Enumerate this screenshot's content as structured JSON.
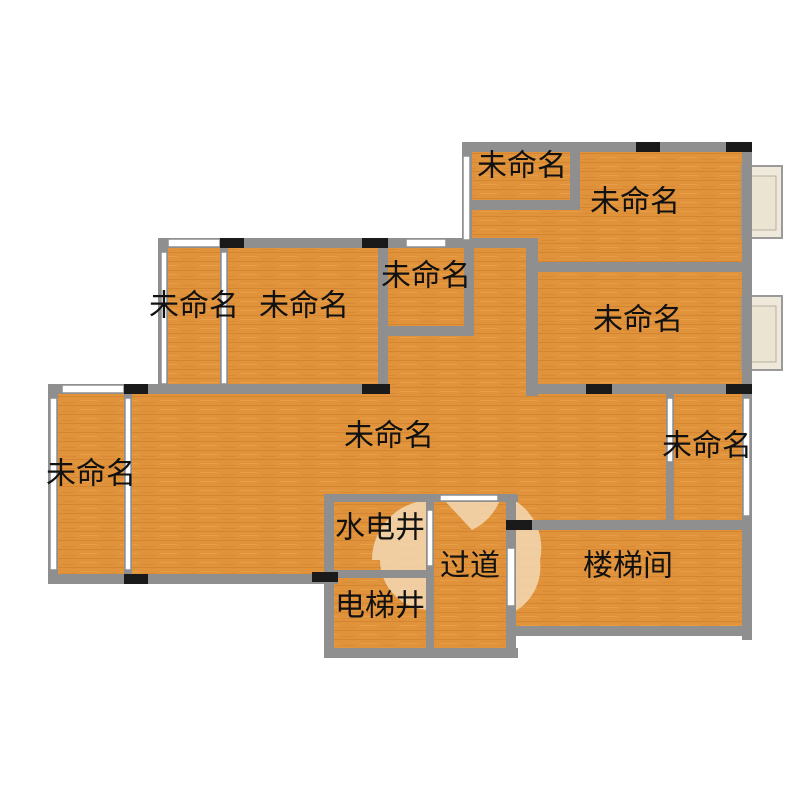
{
  "colors": {
    "floor": "#e0933a",
    "floor_stripe": "#c9792a",
    "wall": "#8f8f8f",
    "wall_dark": "#1a1a1a",
    "window": "#ffffff",
    "balcony": "#efe9dc",
    "door_swing": "#f3d9b4",
    "label": "#111111"
  },
  "rooms": {
    "room_top_small": "未命名",
    "room_top_right": "未命名",
    "room_mid_left_narrow": "未命名",
    "room_mid_left": "未命名",
    "room_center_small": "未命名",
    "room_right_mid": "未命名",
    "room_living": "未命名",
    "room_far_left": "未命名",
    "room_right_small": "未命名",
    "shaft_utility": "水电井",
    "shaft_elevator": "电梯井",
    "corridor": "过道",
    "stairwell": "楼梯间"
  }
}
